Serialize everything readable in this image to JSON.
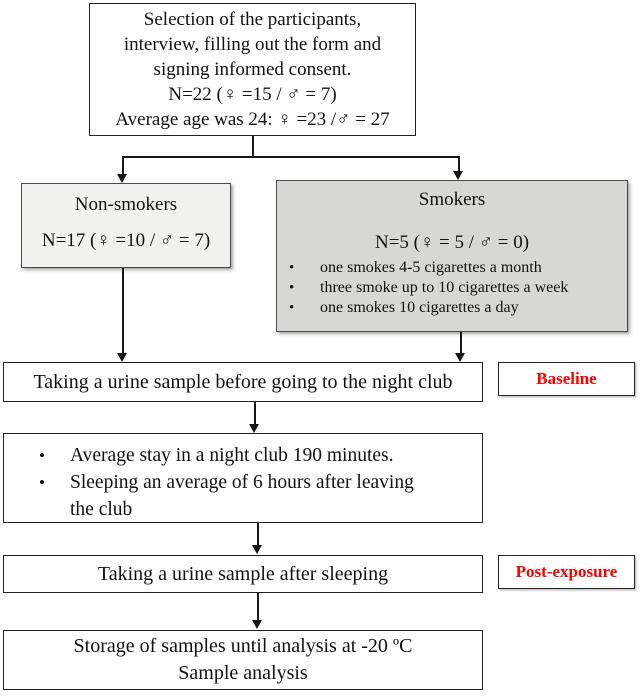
{
  "top_box": {
    "lines": [
      "Selection of the participants,",
      "interview, filling out the form and",
      "signing informed consent.",
      "N=22 (♀ =15 / ♂ = 7)",
      "Average age was 24: ♀ =23 /♂ = 27"
    ]
  },
  "non_smokers": {
    "title": "Non-smokers",
    "count_line": "N=17 (♀ =10 / ♂ = 7)"
  },
  "smokers": {
    "title": "Smokers",
    "count_line": "N=5 (♀ = 5 / ♂ = 0)",
    "bullets": [
      "one smokes 4-5 cigarettes a month",
      "three smoke up to 10 cigarettes a week",
      "one smokes 10 cigarettes a day"
    ]
  },
  "baseline_step": {
    "text": "Taking a urine sample before going to the night club",
    "label": "Baseline"
  },
  "club_step": {
    "bullets": [
      "Average stay in a night club 190 minutes.",
      "Sleeping an average of 6 hours after leaving the club"
    ]
  },
  "post_exposure_step": {
    "text": "Taking a urine sample after sleeping",
    "label": "Post-exposure"
  },
  "storage_step": {
    "lines": [
      "Storage of samples until analysis at -20 ºC",
      "Sample analysis"
    ]
  },
  "colors": {
    "label_red": "#ff0000",
    "smokers_fill": "#d7d7d5",
    "non_smokers_fill": "#f1f1ef"
  }
}
